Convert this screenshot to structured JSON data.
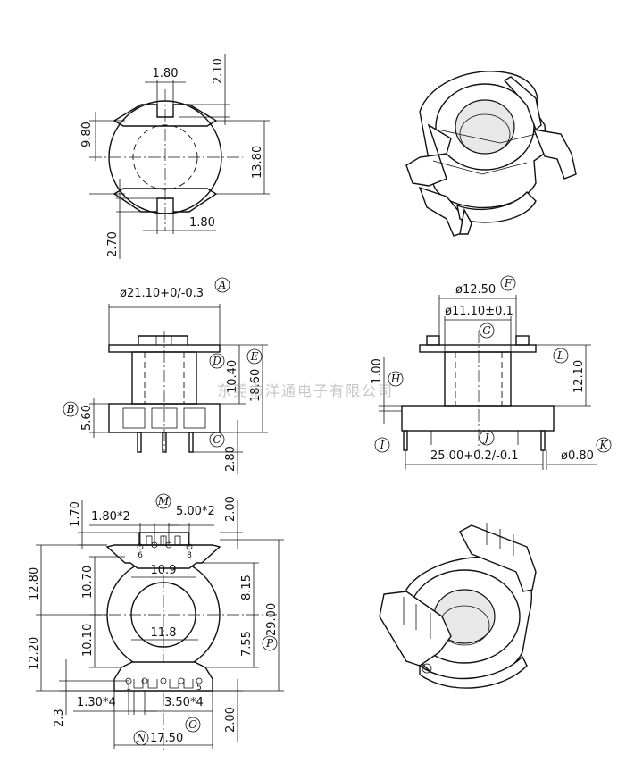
{
  "top_view": {
    "dim_slot_top": "1.80",
    "dim_depth_top": "2.10",
    "dim_inner_height": "9.80",
    "dim_outer_height": "13.80",
    "dim_slot_bottom": "1.80",
    "dim_depth_bottom": "2.70"
  },
  "front_view": {
    "dim_flange_dia": "ø21.10+0/-0.3",
    "dim_length": "10.40",
    "dim_total": "18.60",
    "dim_base": "5.60",
    "dim_pin": "2.80",
    "label_a": "A",
    "label_b": "B",
    "label_c": "C",
    "label_d": "D",
    "label_e": "E"
  },
  "side_view": {
    "dim_outer_dia": "ø12.50",
    "dim_inner_dia": "ø11.10±0.1",
    "dim_flange": "1.00",
    "dim_height": "12.10",
    "dim_width": "25.00+0.2/-0.1",
    "dim_pin_dia": "ø0.80",
    "label_f": "F",
    "label_g": "G",
    "label_h": "H",
    "label_i": "I",
    "label_j": "J",
    "label_k": "K",
    "label_l": "L"
  },
  "bottom_view": {
    "dim_top_gap": "1.70",
    "dim_pin_spacing_top": "1.80*2",
    "dim_slot_spacing_top": "5.00*2",
    "dim_top_right": "2.00",
    "dim_upper_outer": "12.80",
    "dim_upper_inner": "10.70",
    "dim_mid_top": "10.9",
    "dim_right_upper": "8.15",
    "dim_total": "29.00",
    "dim_lower_outer": "12.20",
    "dim_lower_inner": "10.10",
    "dim_mid_bottom": "11.8",
    "dim_right_lower": "7.55",
    "dim_left_bottom": "2.3",
    "dim_pin_spacing_bottom": "1.30*4",
    "dim_slot_spacing_bottom": "3.50*4",
    "dim_bottom_right": "2.00",
    "dim_width": "17.50",
    "pin_6": "6",
    "pin_8": "8",
    "pin_1": "1",
    "pin_5": "5",
    "label_m": "M",
    "label_n": "N",
    "label_o": "O",
    "label_p": "P"
  },
  "watermark": "东莞市洋通电子有限公司"
}
